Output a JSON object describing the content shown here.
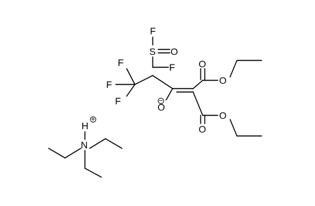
{
  "molecule": {
    "atoms": {
      "f_top": "F",
      "s": "S",
      "o_s": "O",
      "f_right": "F",
      "f_cf3_top": "F",
      "f_cf3_mid": "F",
      "f_cf3_bot": "F",
      "o_enolate": "O",
      "o_carbonyl_top": "O",
      "o_ester_top": "O",
      "o_carbonyl_bot": "O",
      "o_ester_bot": "O",
      "n": "N",
      "h": "H"
    },
    "charges": {
      "enolate": "−",
      "ammonium": "+"
    }
  }
}
